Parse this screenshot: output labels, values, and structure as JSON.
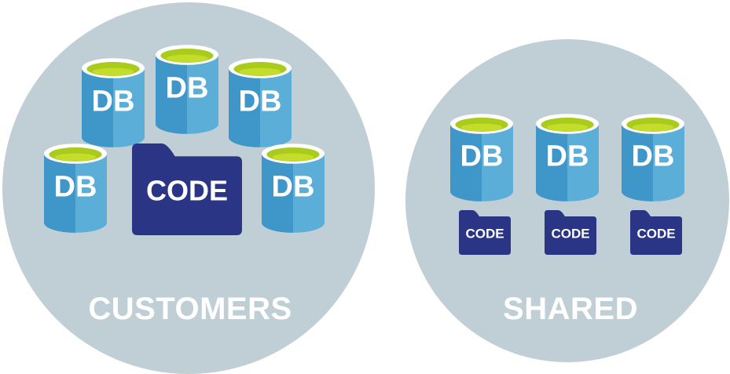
{
  "colors": {
    "circle": "#c0cfd5",
    "db_body": "#5aaed8",
    "db_body_shade": "#3f96c8",
    "db_rim": "#ffffff",
    "db_top": "#a9cb1c",
    "db_top_inner": "#c4dc2a",
    "db_text": "#ffffff",
    "folder": "#2b3585",
    "folder_text": "#ffffff",
    "group_text": "#ffffff"
  },
  "groups": [
    {
      "label": "CUSTOMERS",
      "items": [
        {
          "kind": "db",
          "label": "DB",
          "icon": "database-icon"
        },
        {
          "kind": "db",
          "label": "DB",
          "icon": "database-icon"
        },
        {
          "kind": "db",
          "label": "DB",
          "icon": "database-icon"
        },
        {
          "kind": "db",
          "label": "DB",
          "icon": "database-icon"
        },
        {
          "kind": "folder",
          "label": "CODE",
          "icon": "folder-icon"
        },
        {
          "kind": "db",
          "label": "DB",
          "icon": "database-icon"
        }
      ]
    },
    {
      "label": "SHARED",
      "items": [
        {
          "kind": "db",
          "label": "DB",
          "icon": "database-icon"
        },
        {
          "kind": "db",
          "label": "DB",
          "icon": "database-icon"
        },
        {
          "kind": "db",
          "label": "DB",
          "icon": "database-icon"
        },
        {
          "kind": "folder",
          "label": "CODE",
          "icon": "folder-icon"
        },
        {
          "kind": "folder",
          "label": "CODE",
          "icon": "folder-icon"
        },
        {
          "kind": "folder",
          "label": "CODE",
          "icon": "folder-icon"
        }
      ]
    }
  ]
}
